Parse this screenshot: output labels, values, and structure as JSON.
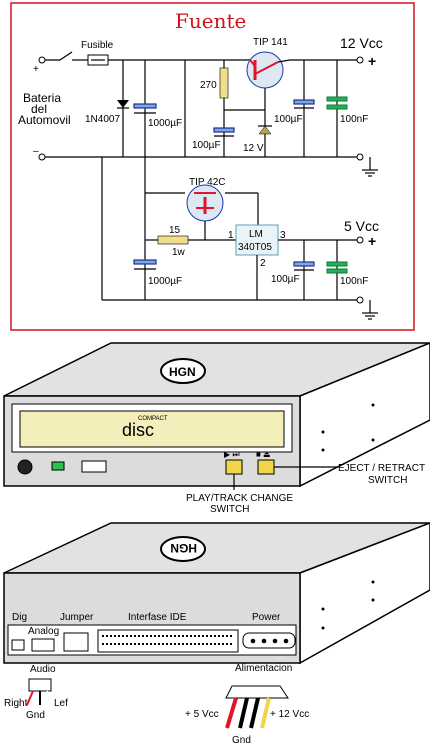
{
  "circuit": {
    "title": "Fuente",
    "labels": {
      "fuse": "Fusible",
      "battery_line1": "Bateria",
      "battery_line2": "del",
      "battery_line3": "Automovil",
      "plus": "+",
      "minus": "–",
      "diode": "1N4007",
      "r270": "270",
      "tip141": "TIP 141",
      "cap1": "1000µF",
      "cap2": "100µF",
      "cap3": "100µF",
      "zener": "12 V",
      "cap4": "100nF",
      "out12": "12 Vcc",
      "tip42": "TIP 42C",
      "r15": "15",
      "r15w": "1w",
      "lm_line1": "LM",
      "lm_line2": "340T05",
      "pin1": "1",
      "pin2": "2",
      "pin3": "3",
      "cap5": "1000µF",
      "cap6": "100µF",
      "cap7": "100nF",
      "out5": "5 Vcc"
    }
  },
  "drive_front": {
    "brand": "HGN",
    "disc_top": "COMPACT",
    "disc_main": "disc",
    "play_symbol": "▶ ⏭",
    "eject_symbol": "■ ⏏",
    "eject_label_1": "EJECT / RETRACT",
    "eject_label_2": "SWITCH",
    "play_label_1": "PLAY/TRACK CHANGE",
    "play_label_2": "SWITCH"
  },
  "drive_back": {
    "brand": "HGN",
    "dig": "Dig",
    "jumper": "Jumper",
    "ide": "Interfase IDE",
    "power": "Power",
    "analog": "Analog",
    "audio": "Audio",
    "right": "Right",
    "left": "Lef",
    "gnd_audio": "Gnd",
    "alimentacion": "Alimentacion",
    "plus5": "+ 5 Vcc",
    "plus12": "+ 12 Vcc",
    "gnd_power": "Gnd"
  },
  "colors": {
    "frame": "#d0141a",
    "title": "#d0141a",
    "transistor": "#e0142a",
    "resistor": "#f2de8a",
    "capacitor_blue": "#7fa9d8",
    "capacitor_green": "#22b05a"
  }
}
